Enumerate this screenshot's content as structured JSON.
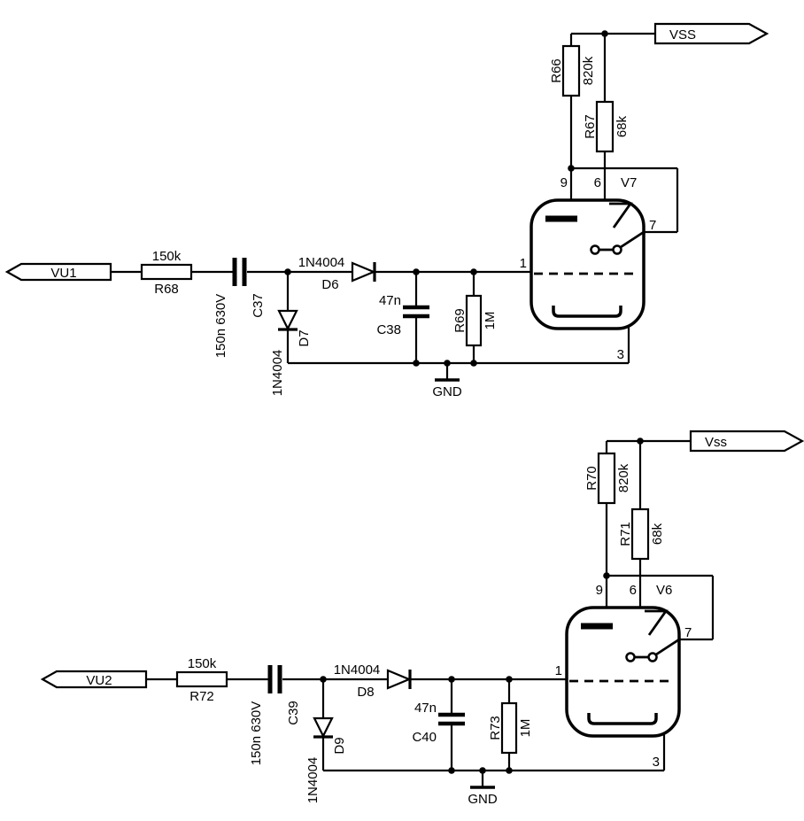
{
  "page": {
    "background_color": "#ffffff",
    "ink_color": "#000000",
    "type": "circuit-schematic"
  },
  "circuits": {
    "top": {
      "input_label": "VU1",
      "rail_label": "VSS",
      "gnd_label": "GND",
      "tube": {
        "ref": "V7"
      },
      "pins": {
        "p1": "1",
        "p3": "3",
        "p6": "6",
        "p7": "7",
        "p9": "9"
      },
      "r_in": {
        "ref": "R68",
        "value": "150k"
      },
      "c_in": {
        "ref": "C37",
        "value": "150n 630V"
      },
      "d_series": {
        "ref": "D6",
        "value": "1N4004"
      },
      "d_shunt": {
        "ref": "D7",
        "value": "1N4004"
      },
      "c_filter": {
        "ref": "C38",
        "value": "47n"
      },
      "r_grid": {
        "ref": "R69",
        "value": "1M"
      },
      "r_top": {
        "ref": "R66",
        "value": "820k"
      },
      "r_lower": {
        "ref": "R67",
        "value": "68k"
      }
    },
    "bottom": {
      "input_label": "VU2",
      "rail_label": "Vss",
      "gnd_label": "GND",
      "tube": {
        "ref": "V6"
      },
      "pins": {
        "p1": "1",
        "p3": "3",
        "p6": "6",
        "p7": "7",
        "p9": "9"
      },
      "r_in": {
        "ref": "R72",
        "value": "150k"
      },
      "c_in": {
        "ref": "C39",
        "value": "150n 630V"
      },
      "d_series": {
        "ref": "D8",
        "value": "1N4004"
      },
      "d_shunt": {
        "ref": "D9",
        "value": "1N4004"
      },
      "c_filter": {
        "ref": "C40",
        "value": "47n"
      },
      "r_grid": {
        "ref": "R73",
        "value": "1M"
      },
      "r_top": {
        "ref": "R70",
        "value": "820k"
      },
      "r_lower": {
        "ref": "R71",
        "value": "68k"
      }
    }
  }
}
